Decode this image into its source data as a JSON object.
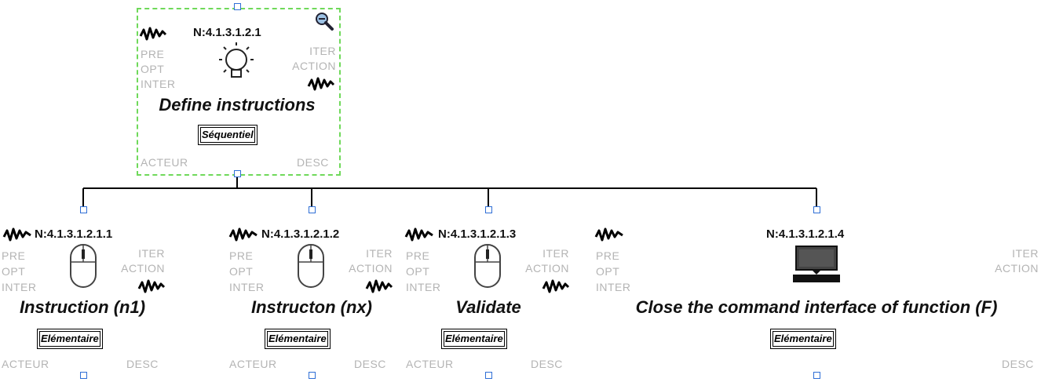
{
  "root": {
    "node_id": "N:4.1.3.1.2.1",
    "title": "Define instructions",
    "type_badge": "Séquentiel",
    "pre": "PRE",
    "opt": "OPT",
    "inter": "INTER",
    "iter": "ITER",
    "action": "ACTION",
    "acteur": "ACTEUR",
    "desc": "DESC",
    "icon": "lightbulb-icon"
  },
  "children": [
    {
      "node_id": "N:4.1.3.1.2.1.1",
      "title": "Instruction (n1)",
      "type_badge": "Elémentaire",
      "pre": "PRE",
      "opt": "OPT",
      "inter": "INTER",
      "iter": "ITER",
      "action": "ACTION",
      "acteur": "ACTEUR",
      "desc": "DESC",
      "icon": "mouse-icon"
    },
    {
      "node_id": "N:4.1.3.1.2.1.2",
      "title": "Instructon (nx)",
      "type_badge": "Elémentaire",
      "pre": "PRE",
      "opt": "OPT",
      "inter": "INTER",
      "iter": "ITER",
      "action": "ACTION",
      "acteur": "ACTEUR",
      "desc": "DESC",
      "icon": "mouse-icon"
    },
    {
      "node_id": "N:4.1.3.1.2.1.3",
      "title": "Validate",
      "type_badge": "Elémentaire",
      "pre": "PRE",
      "opt": "OPT",
      "inter": "INTER",
      "iter": "ITER",
      "action": "ACTION",
      "acteur": "ACTEUR",
      "desc": "DESC",
      "icon": "mouse-icon"
    },
    {
      "node_id": "N:4.1.3.1.2.1.4",
      "title": "Close the command interface of function (F)",
      "type_badge": "Elémentaire",
      "pre": "PRE",
      "opt": "OPT",
      "inter": "INTER",
      "iter": "ITER",
      "action": "ACTION",
      "desc": "DESC",
      "icon": "computer-icon"
    }
  ],
  "colors": {
    "selection": "#6fd95a",
    "handle": "#2f6fd6",
    "muted_text": "#b4b4b4"
  }
}
